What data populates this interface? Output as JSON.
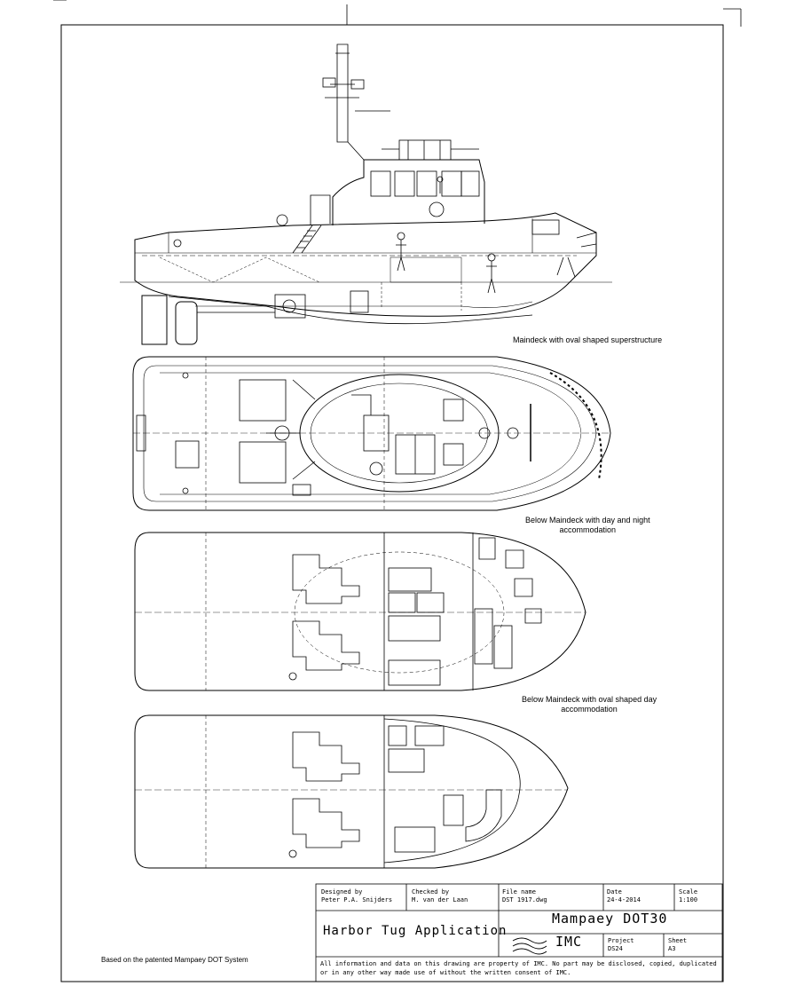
{
  "views": {
    "view1_label": "Maindeck with oval shaped superstructure",
    "view2_label_line1": "Below Maindeck with day and night",
    "view2_label_line2": "accommodation",
    "view3_label_line1": "Below Maindeck with oval shaped day",
    "view3_label_line2": "accommodation"
  },
  "note": "Based on the patented Mampaey DOT System",
  "title_block": {
    "designed_by_label": "Designed by",
    "designed_by": "Peter P.A. Snijders",
    "checked_by_label": "Checked by",
    "checked_by": "M. van der Laan",
    "file_name_label": "File name",
    "file_name": "DST 1917.dwg",
    "date_label": "Date",
    "date": "24-4-2014",
    "scale_label": "Scale",
    "scale": "1:100",
    "product": "Mampaey DOT30",
    "application": "Harbor Tug Application",
    "company": "IMC",
    "project_label": "Project",
    "project": "DS24",
    "sheet_label": "Sheet",
    "sheet": "A3",
    "disclaimer_line1": "All information and data on this drawing are property of IMC. No part may be disclosed, copied, duplicated",
    "disclaimer_line2": "or in any other way made use of without the written consent of IMC."
  }
}
